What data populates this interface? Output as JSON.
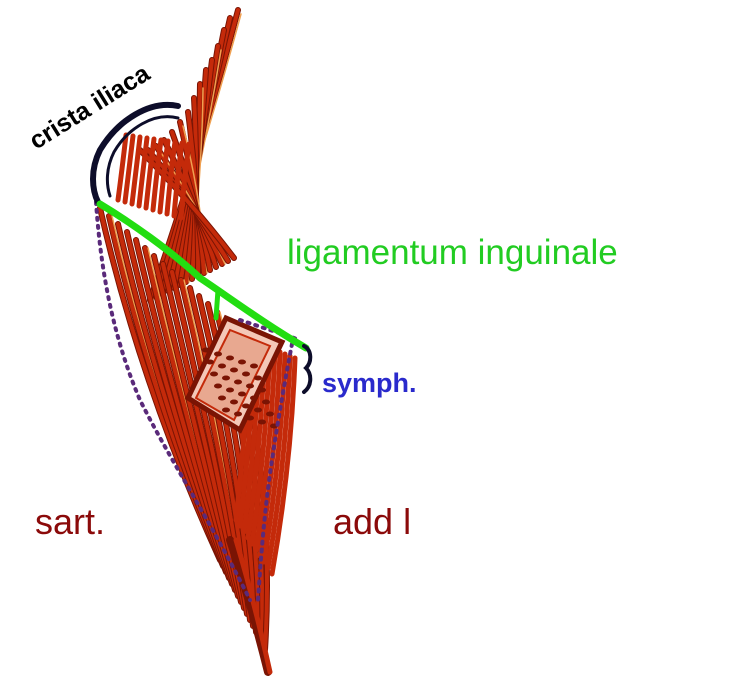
{
  "labels": {
    "crista": "crista iliaca",
    "ligamentum": "ligamentum inguinale",
    "symph": "symph.",
    "sart": "sart.",
    "add": "add l"
  },
  "colors": {
    "muscle": "#c42a0a",
    "muscle_dark": "#7a1404",
    "muscle_highlight": "#f0a050",
    "ligament": "#22dd11",
    "bone_outline": "#0d0d2a",
    "dotted_border": "#5a2a7a",
    "label_crista": "#000000",
    "label_ligament": "#22cc22",
    "label_symph": "#2a2acc",
    "label_muscle": "#8b0a0a",
    "window_fill": "#f4c8b8"
  }
}
